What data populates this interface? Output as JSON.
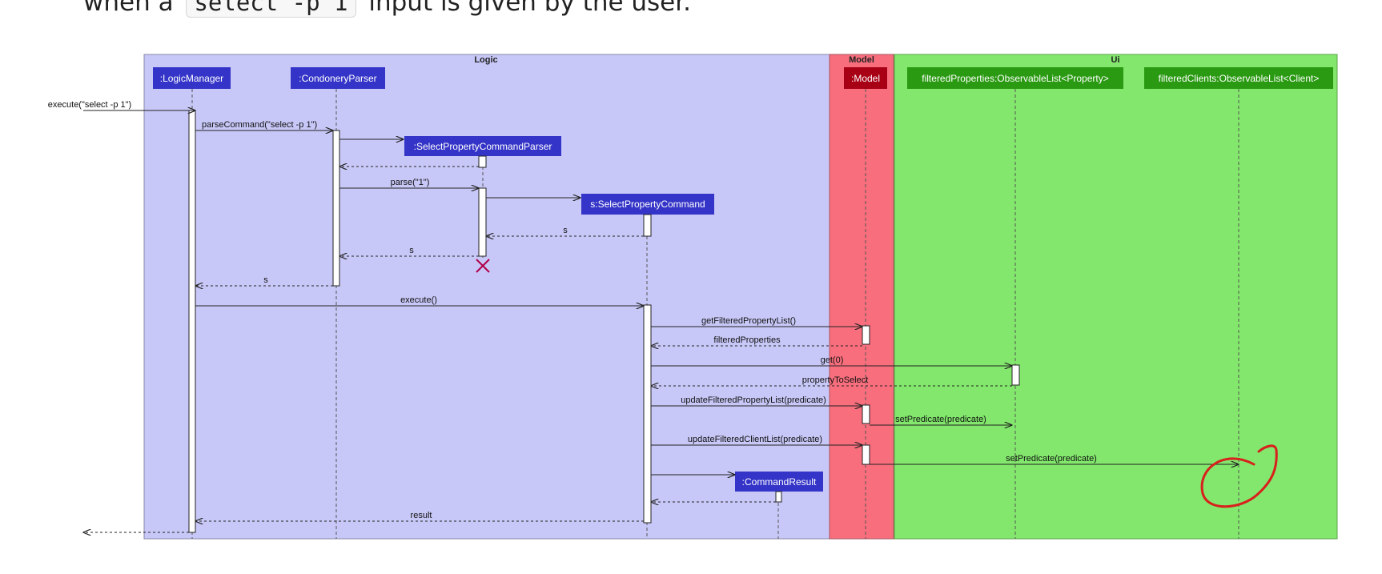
{
  "intro": {
    "before": "when a",
    "code": "select -p 1",
    "after": "input is given by the user."
  },
  "groups": [
    {
      "key": "logic",
      "title": "Logic",
      "color": "#c8c8f8"
    },
    {
      "key": "model",
      "title": "Model",
      "color": "#f86e7d"
    },
    {
      "key": "ui",
      "title": "Ui",
      "color": "#82e76c"
    }
  ],
  "participants": [
    {
      "key": "logicManager",
      "label": ":LogicManager",
      "color": "#3434c8"
    },
    {
      "key": "parser",
      "label": ":CondoneryParser",
      "color": "#3434c8"
    },
    {
      "key": "spcParser",
      "label": ":SelectPropertyCommandParser",
      "color": "#3434c8"
    },
    {
      "key": "command",
      "label": "s:SelectPropertyCommand",
      "color": "#3434c8"
    },
    {
      "key": "result",
      "label": ":CommandResult",
      "color": "#3434c8"
    },
    {
      "key": "model",
      "label": ":Model",
      "color": "#a80014"
    },
    {
      "key": "props",
      "label": "filteredProperties:ObservableList<Property>",
      "color": "#2a9a12"
    },
    {
      "key": "clients",
      "label": "filteredClients:ObservableList<Client>",
      "color": "#2a9a12"
    }
  ],
  "messages": [
    {
      "label": "execute(\"select -p 1\")",
      "kind": "call"
    },
    {
      "label": "parseCommand(\"select -p 1\")",
      "kind": "call"
    },
    {
      "label": "",
      "kind": "create"
    },
    {
      "label": "",
      "kind": "return"
    },
    {
      "label": "parse(\"1\")",
      "kind": "call"
    },
    {
      "label": "",
      "kind": "create"
    },
    {
      "label": "s",
      "kind": "return"
    },
    {
      "label": "s",
      "kind": "return"
    },
    {
      "label": "s",
      "kind": "return"
    },
    {
      "label": "execute()",
      "kind": "call"
    },
    {
      "label": "getFilteredPropertyList()",
      "kind": "call"
    },
    {
      "label": "filteredProperties",
      "kind": "return"
    },
    {
      "label": "get(0)",
      "kind": "call"
    },
    {
      "label": "propertyToSelect",
      "kind": "return"
    },
    {
      "label": "updateFilteredPropertyList(predicate)",
      "kind": "call"
    },
    {
      "label": "setPredicate(predicate)",
      "kind": "call"
    },
    {
      "label": "updateFilteredClientList(predicate)",
      "kind": "call"
    },
    {
      "label": "setPredicate(predicate)",
      "kind": "call"
    },
    {
      "label": "",
      "kind": "create"
    },
    {
      "label": "",
      "kind": "return"
    },
    {
      "label": "result",
      "kind": "return"
    },
    {
      "label": "",
      "kind": "return"
    }
  ],
  "annotation": {
    "color": "#d8201c"
  }
}
